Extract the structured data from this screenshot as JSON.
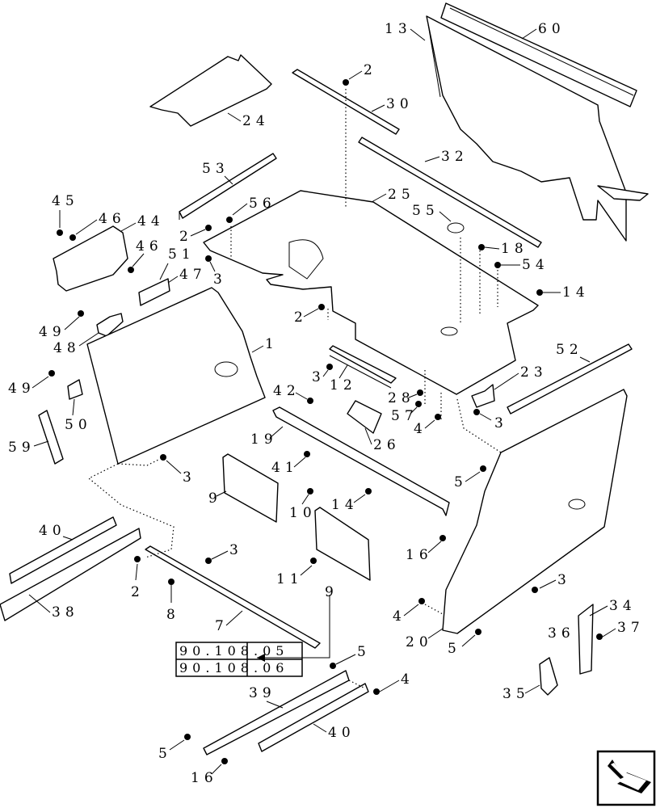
{
  "labels": {
    "l13": "13",
    "l60": "60",
    "l2a": "2",
    "l30": "30",
    "l24": "24",
    "l32": "32",
    "l53": "53",
    "l25": "25",
    "l45": "45",
    "l46a": "46",
    "l44": "44",
    "l56": "56",
    "l55": "55",
    "l2b": "2",
    "l46b": "46",
    "l51": "51",
    "l18": "18",
    "l54": "54",
    "l3a": "3",
    "l47": "47",
    "l14a": "14",
    "l2c": "2",
    "l49a": "49",
    "l1": "1",
    "l48": "48",
    "l12": "12",
    "l3b": "3",
    "l52": "52",
    "l23": "23",
    "l49b": "49",
    "l42": "42",
    "l28": "28",
    "l57": "57",
    "l3c": "3",
    "l50": "50",
    "l4a": "4",
    "l26": "26",
    "l19": "19",
    "l59": "59",
    "l41": "41",
    "l3d": "3",
    "l5a": "5",
    "l9a": "9",
    "l10": "10",
    "l14b": "14",
    "l40a": "40",
    "l16a": "16",
    "l3e": "3",
    "l38": "38",
    "l2d": "2",
    "l11": "11",
    "l8": "8",
    "l3f": "3",
    "l9b": "9",
    "l4b": "4",
    "l34": "34",
    "l7": "7",
    "l36": "36",
    "l37": "37",
    "l20": "20",
    "l5b": "5",
    "l5c": "5",
    "l4c": "4",
    "l39": "39",
    "l35": "35",
    "l40b": "40",
    "l5d": "5",
    "l16b": "16"
  },
  "references": [
    "90.108.05",
    "90.108.06"
  ],
  "icons": {
    "nav": "next-page-arrow-icon"
  }
}
